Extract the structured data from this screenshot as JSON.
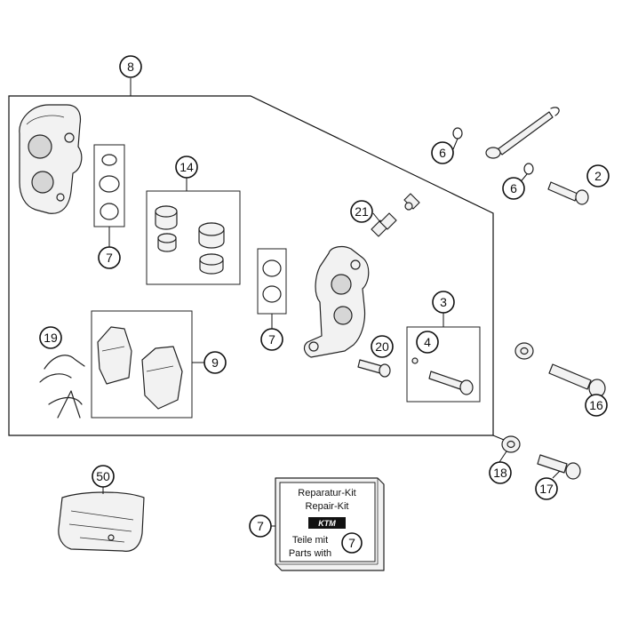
{
  "callouts": {
    "c8": "8",
    "c14": "14",
    "c7a": "7",
    "c7b": "7",
    "c21": "21",
    "c6a": "6",
    "c6b": "6",
    "c2": "2",
    "c3": "3",
    "c4": "4",
    "c20": "20",
    "c19": "19",
    "c9": "9",
    "c16": "16",
    "c18": "18",
    "c17": "17",
    "c50": "50",
    "c7kit": "7",
    "c7kit_inner": "7"
  },
  "repair_kit": {
    "line1": "Reparatur-Kit",
    "line2": "Repair-Kit",
    "logo": "KTM",
    "line3": "Teile mit",
    "line4": "Parts with"
  }
}
